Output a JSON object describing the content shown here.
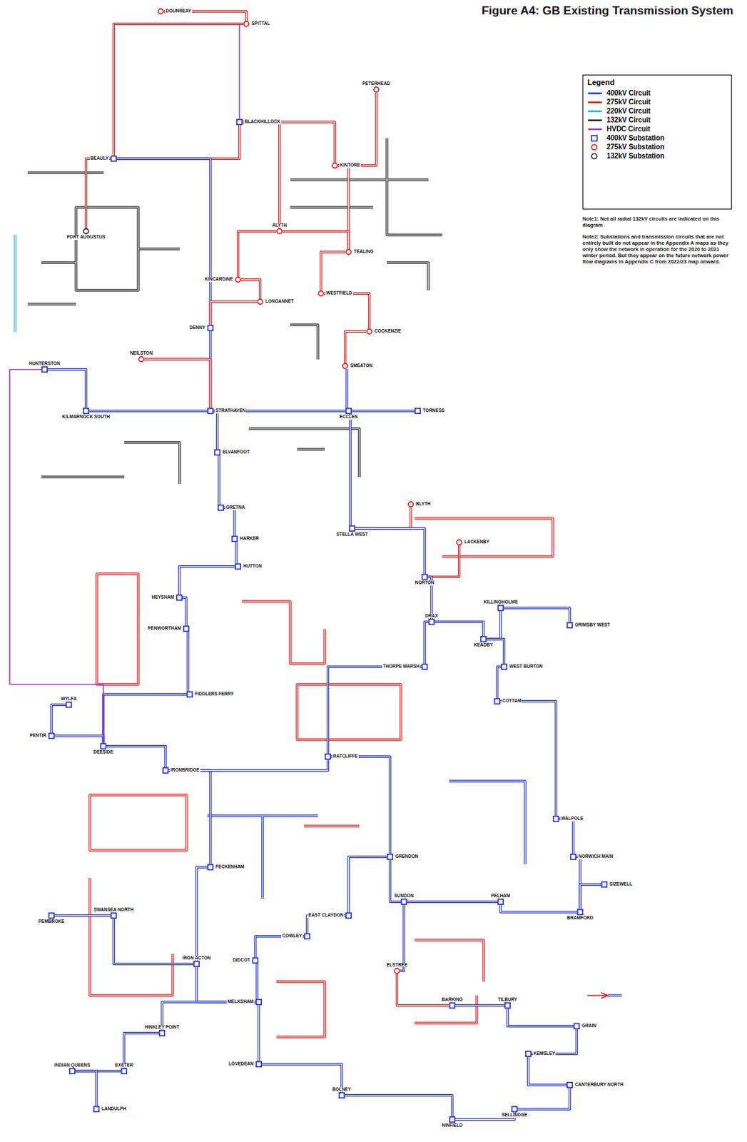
{
  "diagram": {
    "title": "Figure A4: GB Existing Transmission System",
    "nodes": [
      {
        "text": [
          "SPITTAL"
        ]
      },
      {
        "text": [
          "DOUNREAY"
        ]
      },
      {
        "text": [
          "BEAULY"
        ]
      },
      {
        "text": [
          "BLACKHILLOCK"
        ]
      },
      {
        "text": [
          "PETERHEAD"
        ]
      },
      {
        "text": [
          "KINTORE"
        ]
      },
      {
        "text": [
          "FORT AUGUSTUS"
        ]
      },
      {
        "text": [
          "TEALING"
        ]
      },
      {
        "text": [
          "ALYTH"
        ]
      },
      {
        "text": [
          "KINCARDINE"
        ]
      },
      {
        "text": [
          "LONGANNET"
        ]
      },
      {
        "text": [
          "DENNY"
        ]
      },
      {
        "text": [
          "WESTFIELD"
        ]
      },
      {
        "text": [
          "COCKENZIE"
        ]
      },
      {
        "text": [
          "SMEATON"
        ]
      },
      {
        "text": [
          "TORNESS"
        ]
      },
      {
        "text": [
          "ECCLES"
        ]
      },
      {
        "text": [
          "STRATHAVEN"
        ]
      },
      {
        "text": [
          "NEILSTON"
        ]
      },
      {
        "text": [
          "HUNTERSTON"
        ]
      },
      {
        "text": [
          "KILMARNOCK SOUTH"
        ]
      },
      {
        "text": [
          "ELVANFOOT"
        ]
      },
      {
        "text": [
          "GRETNA"
        ]
      },
      {
        "text": [
          "HARKER"
        ]
      },
      {
        "text": [
          "HUTTON"
        ]
      },
      {
        "text": [
          "HEYSHAM"
        ]
      },
      {
        "text": [
          "STELLA WEST"
        ]
      },
      {
        "text": [
          "BLYTH"
        ]
      },
      {
        "text": [
          "NORTON"
        ]
      },
      {
        "text": [
          "LACKENBY"
        ]
      },
      {
        "text": [
          "PENWORTHAM"
        ]
      },
      {
        "text": [
          "DRAX"
        ]
      },
      {
        "text": [
          "THORPE MARSH"
        ]
      },
      {
        "text": [
          "KEADBY"
        ]
      },
      {
        "text": [
          "KILLINGHOLME"
        ]
      },
      {
        "text": [
          "GRIMSBY WEST"
        ]
      },
      {
        "text": [
          "WEST BURTON"
        ]
      },
      {
        "text": [
          "COTTAM"
        ]
      },
      {
        "text": [
          "FIDDLERS FERRY"
        ]
      },
      {
        "text": [
          "PENTIR"
        ]
      },
      {
        "text": [
          "WYLFA"
        ]
      },
      {
        "text": [
          "DEESIDE"
        ]
      },
      {
        "text": [
          "IRONBRIDGE"
        ]
      },
      {
        "text": [
          "RATCLIFFE"
        ]
      },
      {
        "text": [
          "WALPOLE"
        ]
      },
      {
        "text": [
          "NORWICH MAIN"
        ]
      },
      {
        "text": [
          "SIZEWELL"
        ]
      },
      {
        "text": [
          "BRAMFORD"
        ]
      },
      {
        "text": [
          "PELHAM"
        ]
      },
      {
        "text": [
          "SUNDON"
        ]
      },
      {
        "text": [
          "GRENDON"
        ]
      },
      {
        "text": [
          "EAST CLAYDON"
        ]
      },
      {
        "text": [
          "COWLEY"
        ]
      },
      {
        "text": [
          "DIDCOT"
        ]
      },
      {
        "text": [
          "MELKSHAM"
        ]
      },
      {
        "text": [
          "PEMBROKE"
        ]
      },
      {
        "text": [
          "SWANSEA NORTH"
        ]
      },
      {
        "text": [
          "IRON ACTON"
        ]
      },
      {
        "text": [
          "HINKLEY POINT"
        ]
      },
      {
        "text": [
          "EXETER"
        ]
      },
      {
        "text": [
          "INDIAN QUEENS"
        ]
      },
      {
        "text": [
          "LANDULPH"
        ]
      },
      {
        "text": [
          "LOVEDEAN"
        ]
      },
      {
        "text": [
          "BOLNEY"
        ]
      },
      {
        "text": [
          "NINFIELD"
        ]
      },
      {
        "text": [
          "SELLINDGE"
        ]
      },
      {
        "text": [
          "CANTERBURY NORTH"
        ]
      },
      {
        "text": [
          "KEMSLEY"
        ]
      },
      {
        "text": [
          "GRAIN"
        ]
      },
      {
        "text": [
          "BARKING"
        ]
      },
      {
        "text": [
          "TILBURY"
        ]
      },
      {
        "text": [
          "ELSTREE"
        ]
      },
      {
        "text": [
          "FECKENHAM"
        ]
      }
    ],
    "edges": [
      {
        "from": 1,
        "to": 0,
        "arrow": "none"
      },
      {
        "from": 0,
        "to": 3,
        "arrow": "none"
      },
      {
        "from": 0,
        "to": 2,
        "arrow": "none"
      },
      {
        "from": 2,
        "to": 3,
        "arrow": "none"
      },
      {
        "from": 3,
        "to": 5,
        "arrow": "none"
      },
      {
        "from": 5,
        "to": 4,
        "arrow": "none"
      },
      {
        "from": 5,
        "to": 7,
        "arrow": "none"
      },
      {
        "from": 2,
        "to": 6,
        "arrow": "none"
      },
      {
        "from": 2,
        "to": 11,
        "arrow": "none"
      },
      {
        "from": 8,
        "to": 7,
        "arrow": "none"
      },
      {
        "from": 3,
        "to": 8,
        "arrow": "none"
      },
      {
        "from": 8,
        "to": 9,
        "arrow": "none"
      },
      {
        "from": 9,
        "to": 10,
        "arrow": "none"
      },
      {
        "from": 10,
        "to": 11,
        "arrow": "none"
      },
      {
        "from": 7,
        "to": 12,
        "arrow": "none"
      },
      {
        "from": 12,
        "to": 13,
        "arrow": "none"
      },
      {
        "from": 13,
        "to": 14,
        "arrow": "none"
      },
      {
        "from": 14,
        "to": 16,
        "arrow": "none"
      },
      {
        "from": 16,
        "to": 15,
        "arrow": "none"
      },
      {
        "from": 11,
        "to": 17,
        "arrow": "none"
      },
      {
        "from": 17,
        "to": 16,
        "arrow": "none"
      },
      {
        "from": 18,
        "to": 17,
        "arrow": "none"
      },
      {
        "from": 19,
        "to": 20,
        "arrow": "none"
      },
      {
        "from": 20,
        "to": 17,
        "arrow": "none"
      },
      {
        "from": 17,
        "to": 21,
        "arrow": "none"
      },
      {
        "from": 21,
        "to": 22,
        "arrow": "none"
      },
      {
        "from": 22,
        "to": 23,
        "arrow": "none"
      },
      {
        "from": 16,
        "to": 26,
        "arrow": "none"
      },
      {
        "from": 26,
        "to": 27,
        "arrow": "none"
      },
      {
        "from": 23,
        "to": 24,
        "arrow": "none"
      },
      {
        "from": 24,
        "to": 25,
        "arrow": "none"
      },
      {
        "from": 25,
        "to": 30,
        "arrow": "none"
      },
      {
        "from": 26,
        "to": 28,
        "arrow": "none"
      },
      {
        "from": 28,
        "to": 29,
        "arrow": "none"
      },
      {
        "from": 28,
        "to": 31,
        "arrow": "none"
      },
      {
        "from": 31,
        "to": 33,
        "arrow": "none"
      },
      {
        "from": 33,
        "to": 34,
        "arrow": "none"
      },
      {
        "from": 34,
        "to": 35,
        "arrow": "none"
      },
      {
        "from": 33,
        "to": 36,
        "arrow": "none"
      },
      {
        "from": 36,
        "to": 37,
        "arrow": "none"
      },
      {
        "from": 31,
        "to": 32,
        "arrow": "none"
      },
      {
        "from": 32,
        "to": 43,
        "arrow": "none"
      },
      {
        "from": 30,
        "to": 38,
        "arrow": "none"
      },
      {
        "from": 38,
        "to": 41,
        "arrow": "none"
      },
      {
        "from": 40,
        "to": 39,
        "arrow": "none"
      },
      {
        "from": 39,
        "to": 41,
        "arrow": "none"
      },
      {
        "from": 41,
        "to": 42,
        "arrow": "none"
      },
      {
        "from": 42,
        "to": 72,
        "arrow": "none"
      },
      {
        "from": 72,
        "to": 57,
        "arrow": "none"
      },
      {
        "from": 43,
        "to": 50,
        "arrow": "none"
      },
      {
        "from": 37,
        "to": 44,
        "arrow": "none"
      },
      {
        "from": 44,
        "to": 45,
        "arrow": "none"
      },
      {
        "from": 45,
        "to": 47,
        "arrow": "none"
      },
      {
        "from": 46,
        "to": 47,
        "arrow": "none"
      },
      {
        "from": 47,
        "to": 48,
        "arrow": "none"
      },
      {
        "from": 48,
        "to": 49,
        "arrow": "none"
      },
      {
        "from": 49,
        "to": 50,
        "arrow": "none"
      },
      {
        "from": 50,
        "to": 51,
        "arrow": "none"
      },
      {
        "from": 51,
        "to": 52,
        "arrow": "none"
      },
      {
        "from": 52,
        "to": 53,
        "arrow": "none"
      },
      {
        "from": 53,
        "to": 54,
        "arrow": "none"
      },
      {
        "from": 54,
        "to": 57,
        "arrow": "none"
      },
      {
        "from": 57,
        "to": 56,
        "arrow": "none"
      },
      {
        "from": 56,
        "to": 55,
        "arrow": "none"
      },
      {
        "from": 54,
        "to": 58,
        "arrow": "none"
      },
      {
        "from": 58,
        "to": 59,
        "arrow": "none"
      },
      {
        "from": 59,
        "to": 60,
        "arrow": "none"
      },
      {
        "from": 60,
        "to": 61,
        "arrow": "none"
      },
      {
        "from": 54,
        "to": 62,
        "arrow": "none"
      },
      {
        "from": 62,
        "to": 63,
        "arrow": "none"
      },
      {
        "from": 63,
        "to": 64,
        "arrow": "none"
      },
      {
        "from": 64,
        "to": 65,
        "arrow": "none"
      },
      {
        "from": 65,
        "to": 66,
        "arrow": "none"
      },
      {
        "from": 66,
        "to": 67,
        "arrow": "none"
      },
      {
        "from": 67,
        "to": 68,
        "arrow": "none"
      },
      {
        "from": 68,
        "to": 70,
        "arrow": "none"
      },
      {
        "from": 70,
        "to": 69,
        "arrow": "none"
      },
      {
        "from": 69,
        "to": 71,
        "arrow": "none"
      },
      {
        "from": 71,
        "to": 49,
        "arrow": "none"
      },
      {
        "from": 19,
        "to": 41,
        "arrow": "none"
      },
      {
        "from": 42,
        "to": 43,
        "arrow": "none"
      }
    ],
    "labels": [
      "Legend",
      "Note1: Not all radial 132kV circuits are indicated on this diagram",
      "Note2: Substations and transmission circuits that are not entirely built do not appear in the Appendix A maps as they only show the network in operation for the 2020 to 2021 winter period. But they appear on the future network power flow diagrams in Appendix C from 2022/23 map onward."
    ],
    "legend": [
      {
        "text": "400kV Circuit"
      },
      {
        "text": "275kV Circuit"
      },
      {
        "text": "220kV Circuit"
      },
      {
        "text": "132kV Circuit"
      },
      {
        "text": "HVDC Circuit"
      },
      {
        "text": "400kV Substation"
      },
      {
        "text": "275kV Substation"
      },
      {
        "text": "132kV Substation"
      }
    ]
  }
}
